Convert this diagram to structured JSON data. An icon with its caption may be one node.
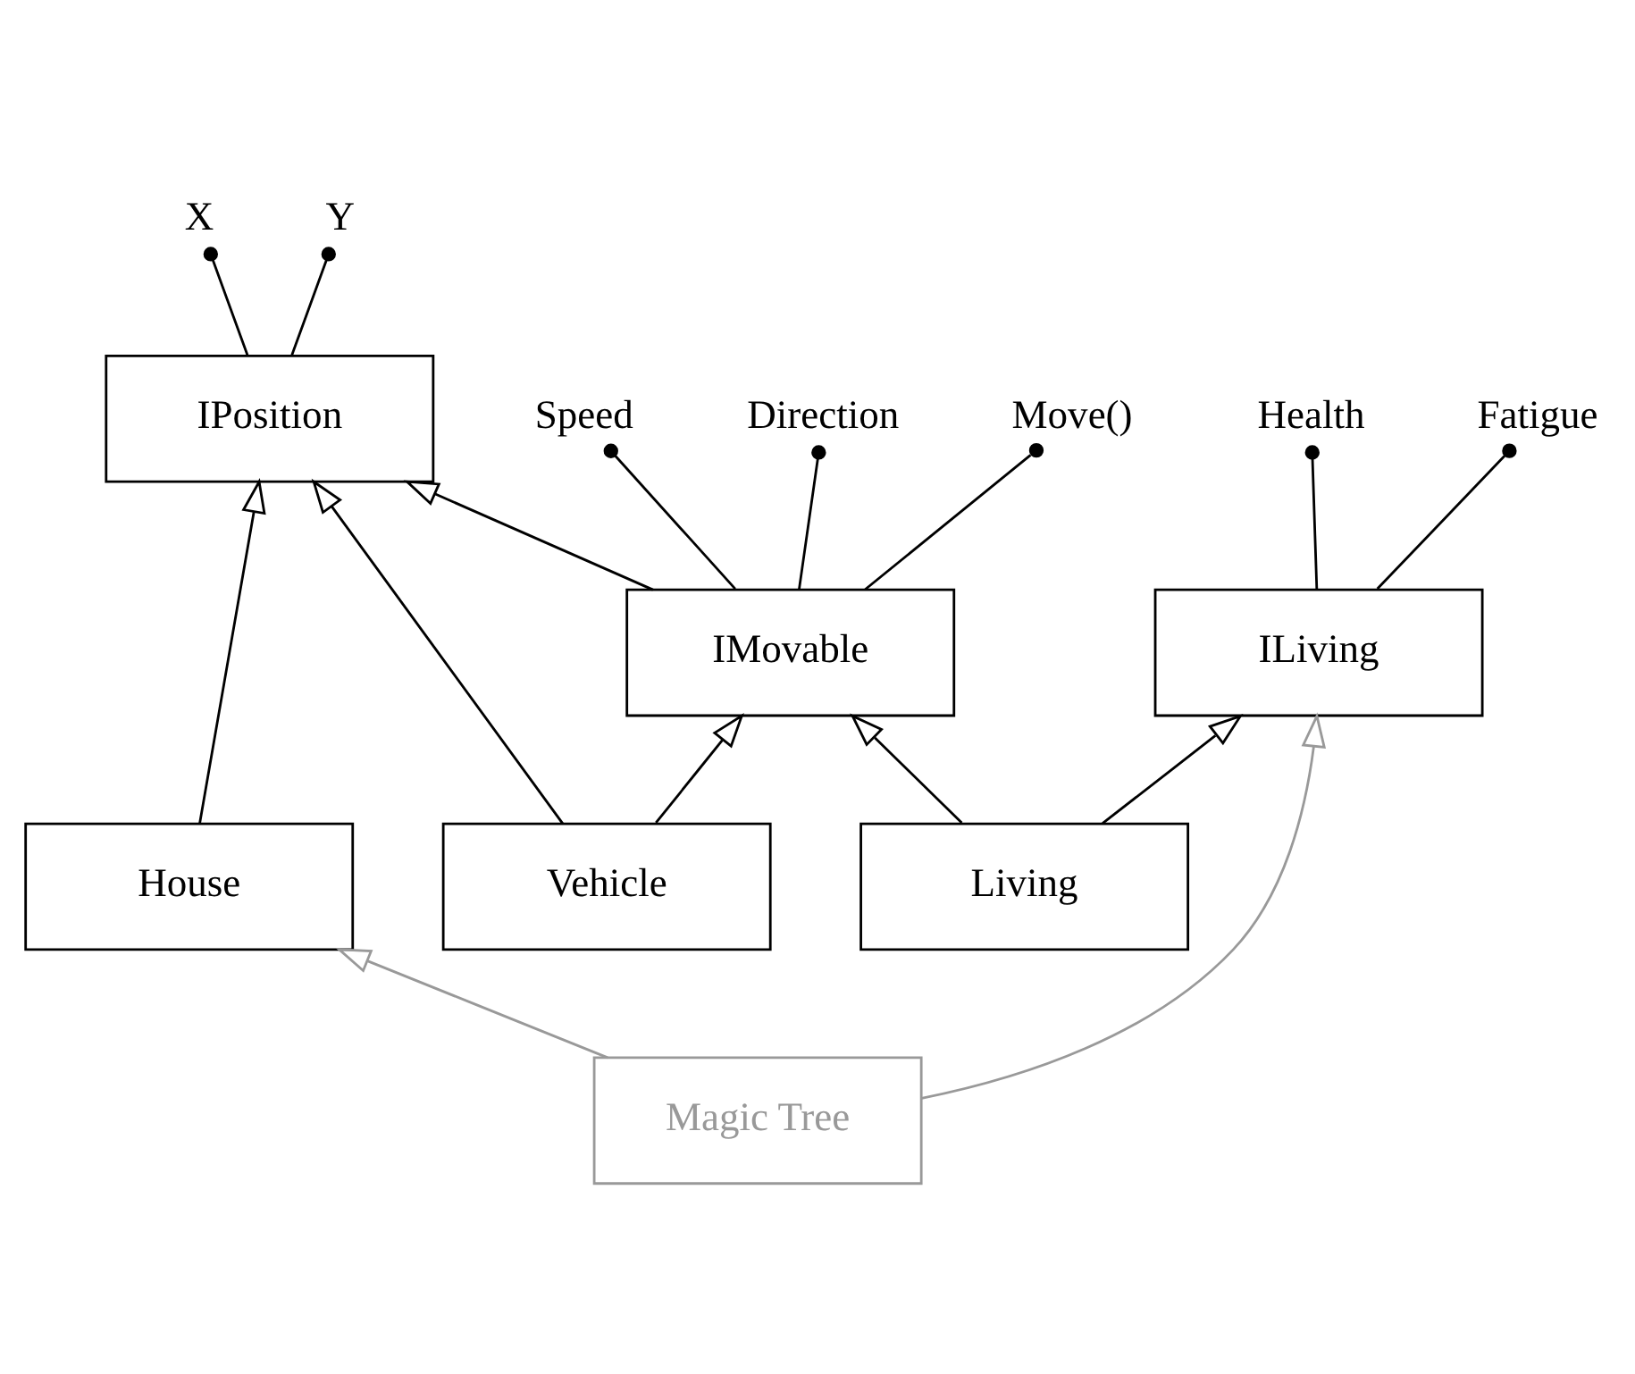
{
  "diagram": {
    "nodes": [
      {
        "text": [
          "X"
        ]
      },
      {
        "text": [
          "Y"
        ]
      },
      {
        "text": [
          "IPosition"
        ]
      },
      {
        "text": [
          "Speed"
        ]
      },
      {
        "text": [
          "Direction"
        ]
      },
      {
        "text": [
          "Move()"
        ]
      },
      {
        "text": [
          "Health"
        ]
      },
      {
        "text": [
          "Fatigue"
        ]
      },
      {
        "text": [
          "IMovable"
        ]
      },
      {
        "text": [
          "ILiving"
        ]
      },
      {
        "text": [
          "House"
        ]
      },
      {
        "text": [
          "Vehicle"
        ]
      },
      {
        "text": [
          "Living"
        ]
      },
      {
        "text": [
          "Magic Tree"
        ]
      }
    ],
    "edges": [
      {
        "from": 2,
        "to": 0,
        "arrow": "other"
      },
      {
        "from": 2,
        "to": 1,
        "arrow": "other"
      },
      {
        "from": 8,
        "to": 3,
        "arrow": "other"
      },
      {
        "from": 8,
        "to": 4,
        "arrow": "other"
      },
      {
        "from": 8,
        "to": 5,
        "arrow": "other"
      },
      {
        "from": 9,
        "to": 6,
        "arrow": "other"
      },
      {
        "from": 9,
        "to": 7,
        "arrow": "other"
      },
      {
        "from": 10,
        "to": 2,
        "arrow": "to"
      },
      {
        "from": 8,
        "to": 2,
        "arrow": "to"
      },
      {
        "from": 11,
        "to": 2,
        "arrow": "to"
      },
      {
        "from": 11,
        "to": 8,
        "arrow": "to"
      },
      {
        "from": 12,
        "to": 8,
        "arrow": "to"
      },
      {
        "from": 12,
        "to": 9,
        "arrow": "to"
      },
      {
        "from": 13,
        "to": 10,
        "arrow": "to",
        "color": "#999999"
      },
      {
        "from": 13,
        "to": 9,
        "arrow": "to",
        "color": "#999999"
      }
    ]
  }
}
